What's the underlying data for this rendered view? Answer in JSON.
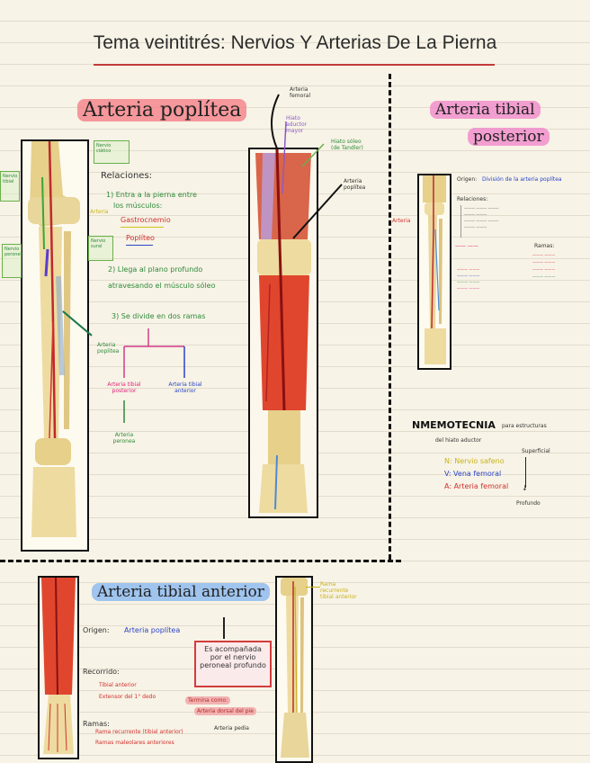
{
  "title": "Tema veintitrés: Nervios Y Arterias De La Pierna",
  "poplitea": {
    "heading": "Arteria poplítea",
    "relaciones_label": "Relaciones:",
    "item1_line1": "1) Entra a la pierna entre",
    "item1_line2": "los músculos:",
    "item1_a": "Gastrocnemio",
    "item1_b": "Poplíteo",
    "item2_line1": "2) Llega al plano profundo",
    "item2_line2": "atravesando el músculo sóleo",
    "item3": "3) Se divide en dos ramas",
    "branch_left": "Arteria tibial posterior",
    "branch_right": "Arteria tibial anterior",
    "branch_child": "Arteria peronea",
    "leader_label": "Arteria poplitea",
    "photo_labels": {
      "femoral": "Arteria femoral",
      "hiato": "Hiato aductor mayor",
      "hiato_soleo": "Hiato sóleo (de Tandler)",
      "poplitea": "Arteria poplítea"
    }
  },
  "tibial_posterior": {
    "heading_1": "Arteria tibial",
    "heading_2": "posterior",
    "origen_label": "Origen:",
    "origen_value": "División de la arteria poplítea",
    "recorrido_label": "Relaciones:",
    "ramas_label": "Ramas:"
  },
  "mnemotecnia": {
    "heading": "NMEMOTECNIA",
    "heading_tail": "para estructuras",
    "heading_line2": "del hiato aductor",
    "n_item": "N: Nervio safeno",
    "v_item": "V: Vena femoral",
    "a_item": "A: Arteria femoral",
    "superficial": "Superficial",
    "profundo": "Profundo"
  },
  "tibial_anterior": {
    "heading": "Arteria tibial anterior",
    "origen_label": "Origen:",
    "origen_value": "Arteria poplítea",
    "acompanada": "Es acompañada por el nervio peroneal profundo",
    "recorrido_label": "Recorrido:",
    "recorrido_1": "Tibial anterior",
    "recorrido_2": "Extensor del 1° dedo",
    "ramas_label": "Ramas:",
    "ramas_1": "Rama recurrente (tibial anterior)",
    "ramas_2": "Ramas maleolares anteriores",
    "termina_label": "Termina como:",
    "termina_value": "Arteria dorsal del pie",
    "arteria_pedia": "Arteria pedia",
    "photo_label": "Rama recurrente tibial anterior"
  },
  "colors": {
    "highlight_red": "#f47882",
    "highlight_pink": "#f082c8",
    "ink_green": "#2f8a3b",
    "ink_blue": "#2b45c6",
    "ink_red": "#d22f2f"
  }
}
